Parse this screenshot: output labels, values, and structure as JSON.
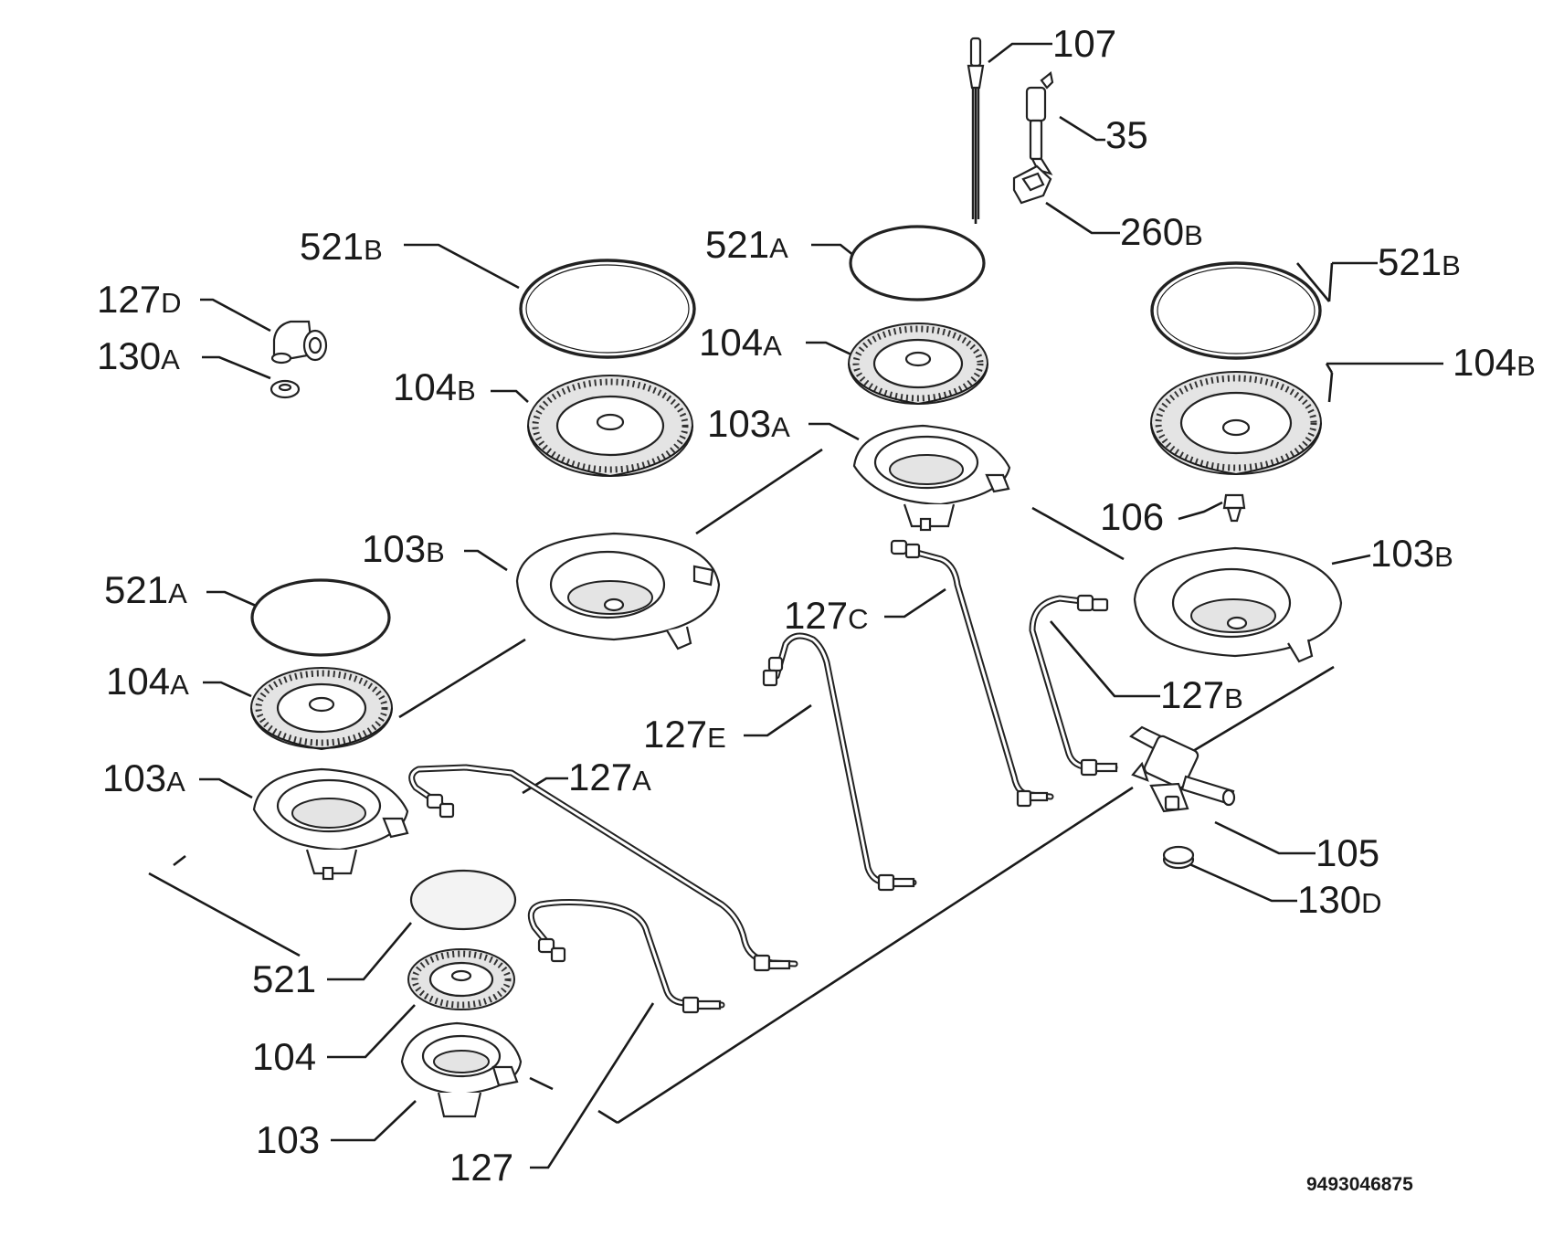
{
  "labels": [
    {
      "id": "107",
      "num": "107",
      "sfx": ""
    },
    {
      "id": "35",
      "num": "35",
      "sfx": ""
    },
    {
      "id": "260b",
      "num": "260",
      "sfx": "B"
    },
    {
      "id": "521a-center",
      "num": "521",
      "sfx": "A"
    },
    {
      "id": "521b-left",
      "num": "521",
      "sfx": "B"
    },
    {
      "id": "521b-right",
      "num": "521",
      "sfx": "B"
    },
    {
      "id": "127d",
      "num": "127",
      "sfx": "D"
    },
    {
      "id": "130a",
      "num": "130",
      "sfx": "A"
    },
    {
      "id": "104a-center",
      "num": "104",
      "sfx": "A"
    },
    {
      "id": "104b-left",
      "num": "104",
      "sfx": "B"
    },
    {
      "id": "104b-right",
      "num": "104",
      "sfx": "B"
    },
    {
      "id": "103a-center",
      "num": "103",
      "sfx": "A"
    },
    {
      "id": "106",
      "num": "106",
      "sfx": ""
    },
    {
      "id": "103b-left",
      "num": "103",
      "sfx": "B"
    },
    {
      "id": "103b-right",
      "num": "103",
      "sfx": "B"
    },
    {
      "id": "521a-left",
      "num": "521",
      "sfx": "A"
    },
    {
      "id": "127c",
      "num": "127",
      "sfx": "C"
    },
    {
      "id": "104a-left",
      "num": "104",
      "sfx": "A"
    },
    {
      "id": "127b",
      "num": "127",
      "sfx": "B"
    },
    {
      "id": "127e",
      "num": "127",
      "sfx": "E"
    },
    {
      "id": "103a-left",
      "num": "103",
      "sfx": "A"
    },
    {
      "id": "127a",
      "num": "127",
      "sfx": "A"
    },
    {
      "id": "105",
      "num": "105",
      "sfx": ""
    },
    {
      "id": "130d",
      "num": "130",
      "sfx": "D"
    },
    {
      "id": "521",
      "num": "521",
      "sfx": ""
    },
    {
      "id": "104",
      "num": "104",
      "sfx": ""
    },
    {
      "id": "103",
      "num": "103",
      "sfx": ""
    },
    {
      "id": "127",
      "num": "127",
      "sfx": ""
    }
  ],
  "document_number": "9493046875"
}
